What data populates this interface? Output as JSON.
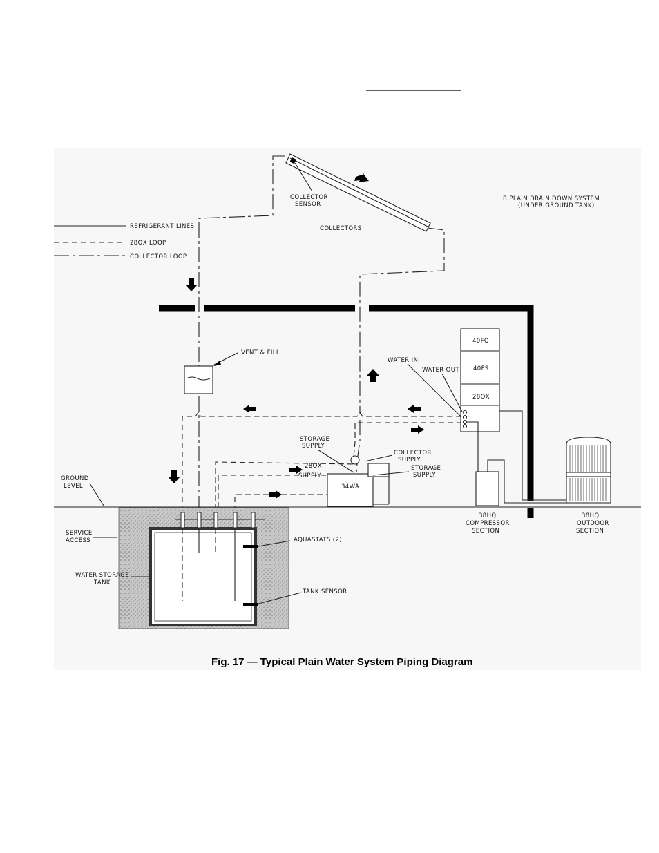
{
  "figure": {
    "caption": "Fig. 17 — Typical Plain Water System Piping Diagram",
    "system_title_line1": "B  PLAIN DRAIN DOWN SYSTEM",
    "system_title_line2": "(UNDER GROUND TANK)"
  },
  "legend": [
    {
      "label": "REFRIGERANT LINES",
      "style": "solid"
    },
    {
      "label": "28QX LOOP",
      "style": "dashed"
    },
    {
      "label": "COLLECTOR LOOP",
      "style": "dash-dot"
    }
  ],
  "labels": {
    "collector_sensor_1": "COLLECTOR",
    "collector_sensor_2": "SENSOR",
    "collectors": "COLLECTORS",
    "vent_fill": "VENT & FILL",
    "water_in": "WATER IN",
    "water_out": "WATER OUT",
    "unit_40fq": "40FQ",
    "unit_40fs": "40FS",
    "unit_28qx": "28QX",
    "storage_supply_top_1": "STORAGE",
    "storage_supply_top_2": "SUPPLY",
    "collector_supply_1": "COLLECTOR",
    "collector_supply_2": "SUPPLY",
    "qx_supply_1": "28QX",
    "qx_supply_2": "SUPPLY",
    "storage_supply_right_1": "STORAGE",
    "storage_supply_right_2": "SUPPLY",
    "tank_34wa": "34WA",
    "ground_level_1": "GROUND",
    "ground_level_2": "LEVEL",
    "service_access_1": "SERVICE",
    "service_access_2": "ACCESS",
    "water_storage_1": "WATER STORAGE",
    "water_storage_2": "TANK",
    "aquastats": "AQUASTATS (2)",
    "tank_sensor": "TANK SENSOR",
    "compressor_1": "38HQ",
    "compressor_2": "COMPRESSOR",
    "compressor_3": "SECTION",
    "outdoor_1": "38HQ",
    "outdoor_2": "OUTDOOR",
    "outdoor_3": "SECTION"
  }
}
